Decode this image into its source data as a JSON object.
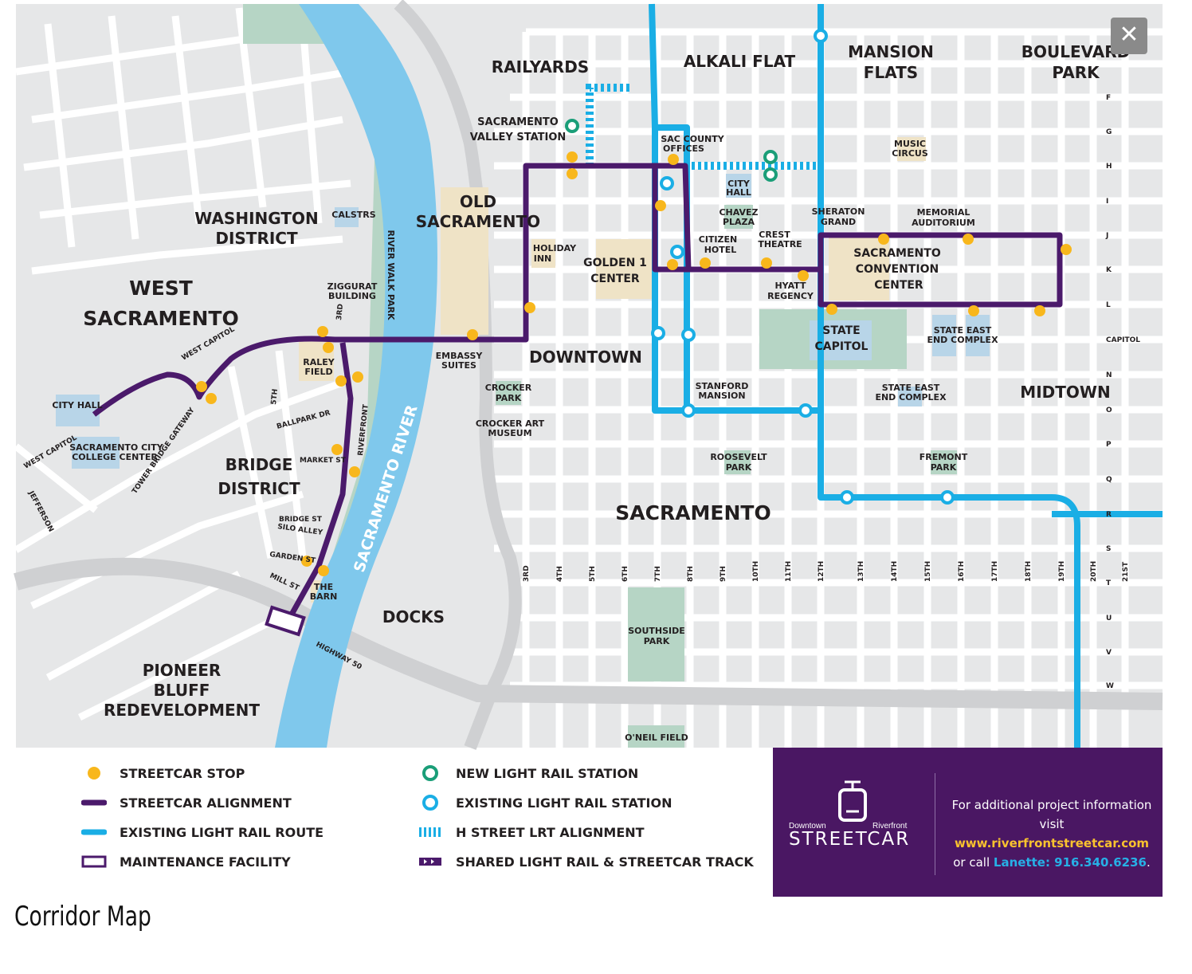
{
  "caption": "Corridor Map",
  "close_label": "✕",
  "areas": {
    "railyards": "RAILYARDS",
    "alkali_flat": "ALKALI FLAT",
    "mansion_flats_1": "MANSION",
    "mansion_flats_2": "FLATS",
    "boulevard_park_1": "BOULEVARD",
    "boulevard_park_2": "PARK",
    "washington_1": "WASHINGTON",
    "washington_2": "DISTRICT",
    "old_sac_1": "OLD",
    "old_sac_2": "SACRAMENTO",
    "west_sac_1": "WEST",
    "west_sac_2": "SACRAMENTO",
    "downtown": "DOWNTOWN",
    "midtown": "MIDTOWN",
    "bridge_1": "BRIDGE",
    "bridge_2": "DISTRICT",
    "sacramento": "SACRAMENTO",
    "docks": "DOCKS",
    "pioneer_1": "PIONEER",
    "pioneer_2": "BLUFF",
    "pioneer_3": "REDEVELOPMENT",
    "river": "SACRAMENTO RIVER",
    "river_walk": "RIVER WALK PARK"
  },
  "places": {
    "svs_1": "SACRAMENTO",
    "svs_2": "VALLEY STATION",
    "sac_county_1": "SAC COUNTY",
    "sac_county_2": "OFFICES",
    "music_1": "MUSIC",
    "music_2": "CIRCUS",
    "city_hall_1": "CITY",
    "city_hall_2": "HALL",
    "calstrs": "CALSTRS",
    "chavez_1": "CHAVEZ",
    "chavez_2": "PLAZA",
    "sheraton_1": "SHERATON",
    "sheraton_2": "GRAND",
    "memorial_1": "MEMORIAL",
    "memorial_2": "AUDITORIUM",
    "holiday_1": "HOLIDAY",
    "holiday_2": "INN",
    "golden_1": "GOLDEN 1",
    "golden_2": "CENTER",
    "citizen_1": "CITIZEN",
    "citizen_2": "HOTEL",
    "crest_1": "CREST",
    "crest_2": "THEATRE",
    "convention_1": "SACRAMENTO",
    "convention_2": "CONVENTION",
    "convention_3": "CENTER",
    "hyatt_1": "HYATT",
    "hyatt_2": "REGENCY",
    "ziggurat_1": "ZIGGURAT",
    "ziggurat_2": "BUILDING",
    "state_cap_1": "STATE",
    "state_cap_2": "CAPITOL",
    "state_east_a_1": "STATE EAST",
    "state_east_a_2": "END COMPLEX",
    "state_east_b_1": "STATE EAST",
    "state_east_b_2": "END COMPLEX",
    "embassy_1": "EMBASSY",
    "embassy_2": "SUITES",
    "raley_1": "RALEY",
    "raley_2": "FIELD",
    "city_hall_ws": "CITY HALL",
    "scc_1": "SACRAMENTO CITY",
    "scc_2": "COLLEGE CENTER",
    "crocker_park_1": "CROCKER",
    "crocker_park_2": "PARK",
    "stanford_1": "STANFORD",
    "stanford_2": "MANSION",
    "crocker_art_1": "CROCKER ART",
    "crocker_art_2": "MUSEUM",
    "roosevelt_1": "ROOSEVELT",
    "roosevelt_2": "PARK",
    "fremont_1": "FREMONT",
    "fremont_2": "PARK",
    "southside_1": "SOUTHSIDE",
    "southside_2": "PARK",
    "oneil": "O'NEIL FIELD",
    "barn_1": "THE",
    "barn_2": "BARN"
  },
  "streets": {
    "west_capitol_a": "WEST CAPITOL",
    "west_capitol_b": "WEST CAPITOL",
    "jefferson": "JEFFERSON",
    "tower_bridge": "TOWER BRIDGE GATEWAY",
    "ballpark": "BALLPARK DR",
    "market": "MARKET ST",
    "riverfront": "RIVERFRONT",
    "fifth_w": "5TH",
    "third_w": "3RD",
    "bridge_st": "BRIDGE ST",
    "silo": "SILO ALLEY",
    "garden": "GARDEN ST",
    "mill": "MILL ST",
    "highway50": "HIGHWAY 50",
    "numbered": [
      "3RD",
      "4TH",
      "5TH",
      "6TH",
      "7TH",
      "8TH",
      "9TH",
      "10TH",
      "11TH",
      "12TH",
      "13TH",
      "14TH",
      "15TH",
      "16TH",
      "17TH",
      "18TH",
      "19TH",
      "20TH",
      "21ST"
    ],
    "lettered": [
      "F",
      "G",
      "H",
      "I",
      "J",
      "K",
      "L",
      "CAPITOL",
      "N",
      "O",
      "P",
      "Q",
      "R",
      "S",
      "T",
      "U",
      "V",
      "W"
    ]
  },
  "legend": {
    "streetcar_stop": "STREETCAR STOP",
    "streetcar_alignment": "STREETCAR ALIGNMENT",
    "existing_lr_route": "EXISTING LIGHT RAIL ROUTE",
    "maintenance": "MAINTENANCE FACILITY",
    "new_lr_station": "NEW LIGHT RAIL STATION",
    "existing_lr_station": "EXISTING LIGHT RAIL STATION",
    "h_street": "H STREET LRT ALIGNMENT",
    "shared_track": "SHARED LIGHT RAIL & STREETCAR TRACK"
  },
  "brand": {
    "small_left": "Downtown",
    "small_right": "Riverfront",
    "word": "STREETCAR",
    "info_1": "For additional project information",
    "info_2_pre": "visit ",
    "info_2_link": "www.riverfrontstreetcar.com",
    "info_3_pre": "or call ",
    "info_3_contact": "Lanette: 916.340.6236",
    "info_3_post": "."
  },
  "colors": {
    "streetcar": "#4b1a6b",
    "light_rail": "#1aaee5",
    "stop": "#f8b71c",
    "new_station": "#1a9e78",
    "river": "#7fc8ec",
    "park": "#b6d5c5",
    "building": "#efe3c6",
    "gov": "#b8d5e8",
    "map_bg": "#e6e7e8"
  }
}
